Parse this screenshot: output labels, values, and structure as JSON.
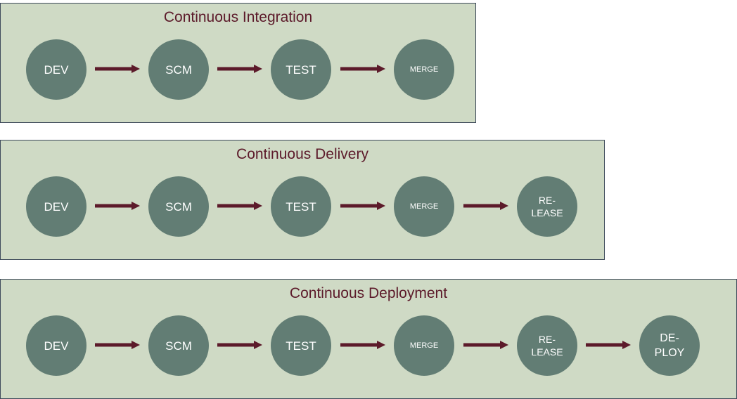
{
  "colors": {
    "panel_fill": "#cfdac5",
    "panel_border": "#3d4a5a",
    "title_text": "#5c1a2a",
    "node_fill": "#627d74",
    "node_text": "#ffffff",
    "arrow": "#5c1a2a"
  },
  "panels": [
    {
      "title": "Continuous Integration",
      "nodes": [
        {
          "label": "DEV"
        },
        {
          "label": "SCM"
        },
        {
          "label": "TEST"
        },
        {
          "label": "MERGE"
        }
      ]
    },
    {
      "title": "Continuous Delivery",
      "nodes": [
        {
          "label": "DEV"
        },
        {
          "label": "SCM"
        },
        {
          "label": "TEST"
        },
        {
          "label": "MERGE"
        },
        {
          "label": "RE-\nLEASE"
        }
      ]
    },
    {
      "title": "Continuous Deployment",
      "nodes": [
        {
          "label": "DEV"
        },
        {
          "label": "SCM"
        },
        {
          "label": "TEST"
        },
        {
          "label": "MERGE"
        },
        {
          "label": "RE-\nLEASE"
        },
        {
          "label": "DE-\nPLOY"
        }
      ]
    }
  ]
}
